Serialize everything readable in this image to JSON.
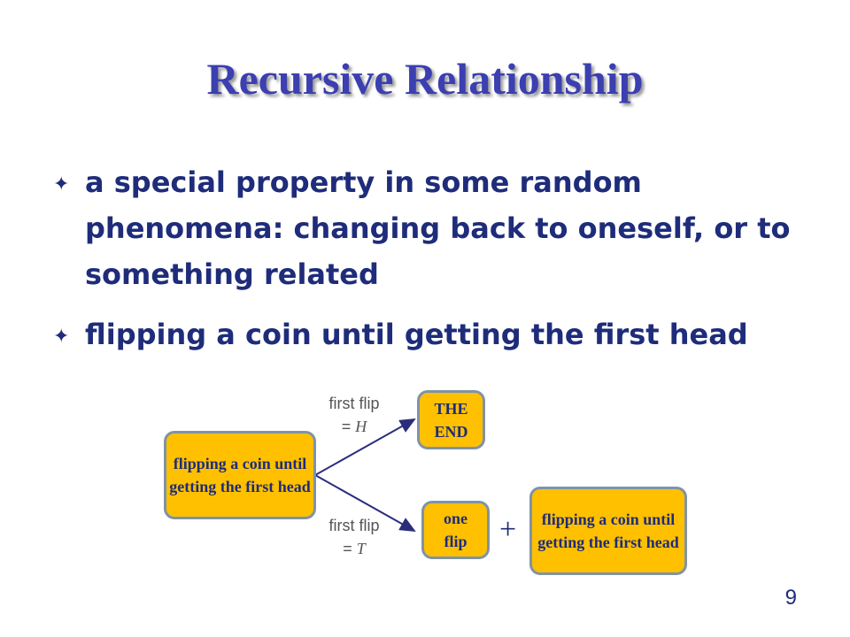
{
  "slide": {
    "title": "Recursive Relationship",
    "bullets": [
      {
        "icon": "four-pointed-star-icon",
        "text": "a special property in some random phenomena: changing back to oneself, or to something related"
      },
      {
        "icon": "four-pointed-star-icon",
        "text": "flipping a coin until getting the first head"
      }
    ],
    "page_number": "9"
  },
  "diagram": {
    "start_box": "flipping a coin until getting the first head",
    "end_box": "THE END",
    "one_flip_box": "one flip",
    "recursive_box": "flipping a coin until getting the first head",
    "plus": "+",
    "edge_top_label_line1": "first flip",
    "edge_top_label_line2_prefix": "= ",
    "edge_top_label_line2_value": "H",
    "edge_bottom_label_line1": "first flip",
    "edge_bottom_label_line2_prefix": "= ",
    "edge_bottom_label_line2_value": "T"
  },
  "colors": {
    "title": "#3b3fb0",
    "body_text": "#1e2c7a",
    "box_fill": "#ffc000",
    "box_border": "#7f93a5",
    "arrow": "#2a2e7a"
  }
}
